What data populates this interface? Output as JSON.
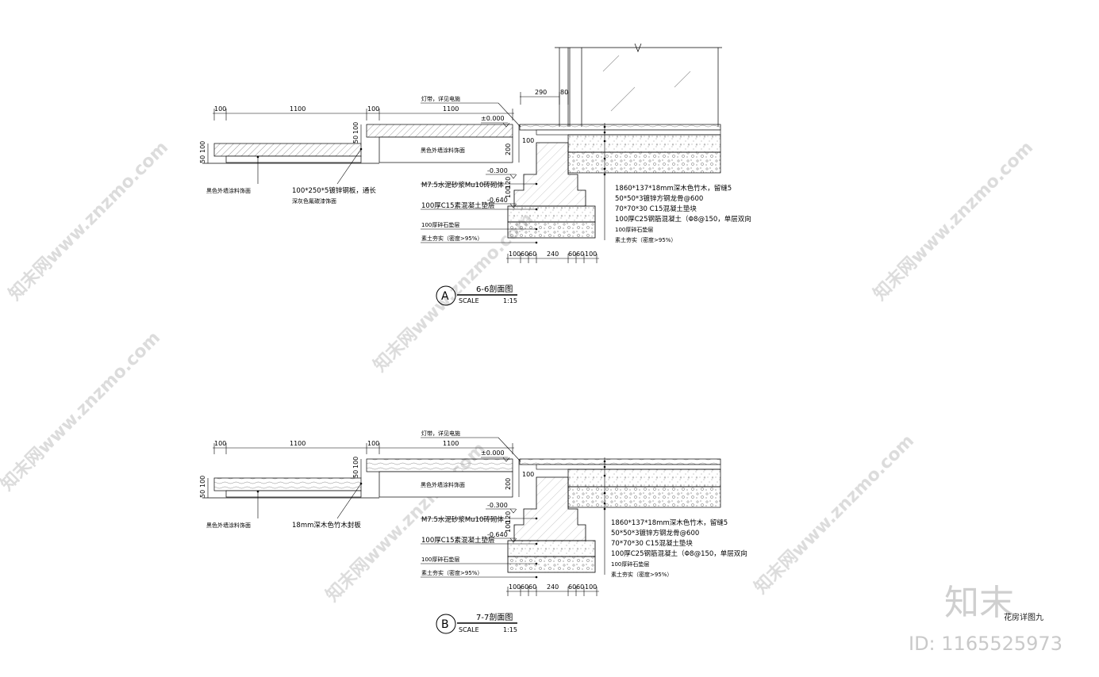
{
  "sections": [
    {
      "key": "a",
      "marker": "A",
      "title": "6-6剖面图",
      "scale_label": "SCALE",
      "scale_value": "1:15",
      "dims_top": [
        "100",
        "1100",
        "100",
        "1100",
        "290",
        "80"
      ],
      "dims_bottom": [
        "100",
        "60",
        "60",
        "240",
        "60",
        "60",
        "100"
      ],
      "side_dims": [
        "50",
        "100",
        "50",
        "100",
        "100",
        "200",
        "120",
        "100"
      ],
      "elevations": [
        "±0.000",
        "-0.300",
        "-0.640"
      ],
      "label_light": "灯带，详见电施",
      "label_paint_top": "黑色外墙涂料饰面",
      "label_left_1": "黑色外墙涂料饰面",
      "label_left_2": "100*250*5镀锌钢板，通长",
      "label_left_3": "深灰色氟碳漆饰面",
      "label_m75": "M7.5水泥砂浆Mu10砖砌体",
      "label_c15": "100厚C15素混凝土垫层",
      "label_gravel": "100厚碎石垫层",
      "label_soil": "素土夯实（密度>95%）",
      "right_labels": [
        "1860*137*18mm深木色竹木，留缝5",
        "50*50*3镀锌方钢龙骨@600",
        "70*70*30 C15混凝土垫块",
        "100厚C25钢筋混凝土（Φ8@150，单层双向",
        "100厚碎石垫层",
        "素土夯实（密度>95%）"
      ]
    },
    {
      "key": "b",
      "marker": "B",
      "title": "7-7剖面图",
      "scale_label": "SCALE",
      "scale_value": "1:15",
      "dims_top": [
        "100",
        "1100",
        "100",
        "1100"
      ],
      "dims_bottom": [
        "100",
        "60",
        "60",
        "240",
        "60",
        "60",
        "100"
      ],
      "side_dims": [
        "50",
        "100",
        "50",
        "100",
        "100",
        "200",
        "120",
        "100"
      ],
      "elevations": [
        "±0.000",
        "-0.300",
        "-0.640"
      ],
      "label_light": "灯带，详见电施",
      "label_paint_top": "黑色外墙涂料饰面",
      "label_left_1": "黑色外墙涂料饰面",
      "label_left_2": "18mm深木色竹木封板",
      "label_m75": "M7.5水泥砂浆Mu10砖砌体",
      "label_c15": "100厚C15素混凝土垫层",
      "label_gravel": "100厚碎石垫层",
      "label_soil": "素土夯实（密度>95%）",
      "right_labels": [
        "1860*137*18mm深木色竹木，留缝5",
        "50*50*3镀锌方钢龙骨@600",
        "70*70*30 C15混凝土垫块",
        "100厚C25钢筋混凝土（Φ8@150，单层双向",
        "100厚碎石垫层",
        "素土夯实（密度>95%）"
      ]
    }
  ],
  "sheet_title": "花房详图九",
  "watermark": "知末网www.znzmo.com",
  "brand": "知末",
  "id_label": "ID: 1165525973"
}
